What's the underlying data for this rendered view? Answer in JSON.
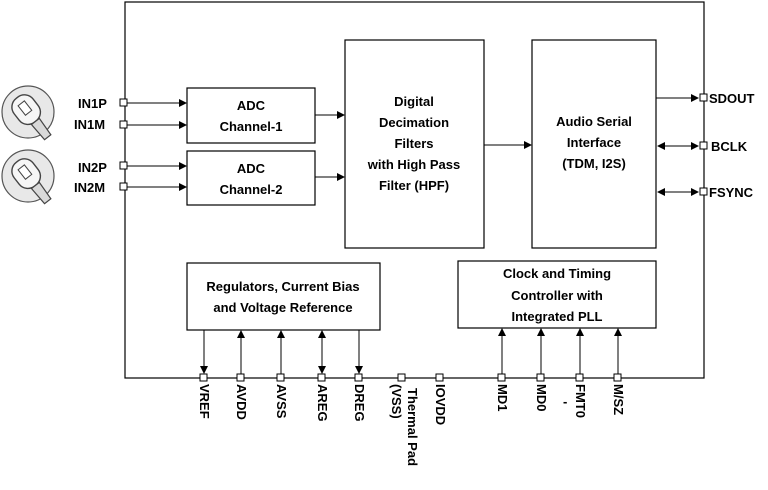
{
  "blocks": {
    "adc1": [
      "ADC",
      "Channel-1"
    ],
    "adc2": [
      "ADC",
      "Channel-2"
    ],
    "filters": [
      "Digital",
      "Decimation",
      "Filters",
      "with High Pass",
      "Filter (HPF)"
    ],
    "serial": [
      "Audio Serial",
      "Interface",
      "(TDM, I2S)"
    ],
    "regulators": [
      "Regulators, Current Bias",
      "and  Voltage Reference"
    ],
    "clock": [
      "Clock and Timing",
      "Controller with",
      "Integrated PLL"
    ]
  },
  "pins_left": [
    "IN1P",
    "IN1M",
    "IN2P",
    "IN2M"
  ],
  "pins_right": [
    "SDOUT",
    "BCLK",
    "FSYNC"
  ],
  "pins_bottom": {
    "vref": "VREF",
    "avdd": "AVDD",
    "avss": "AVSS",
    "areg": "AREG",
    "dreg": "DREG",
    "thermal": [
      "Thermal Pad",
      "(VSS)"
    ],
    "iovdd": "IOVDD",
    "md1": "MD1",
    "md0": "MD0",
    "fmt0": "FMT0",
    "msz": "M/SZ",
    "fmt0_dash": "-"
  }
}
